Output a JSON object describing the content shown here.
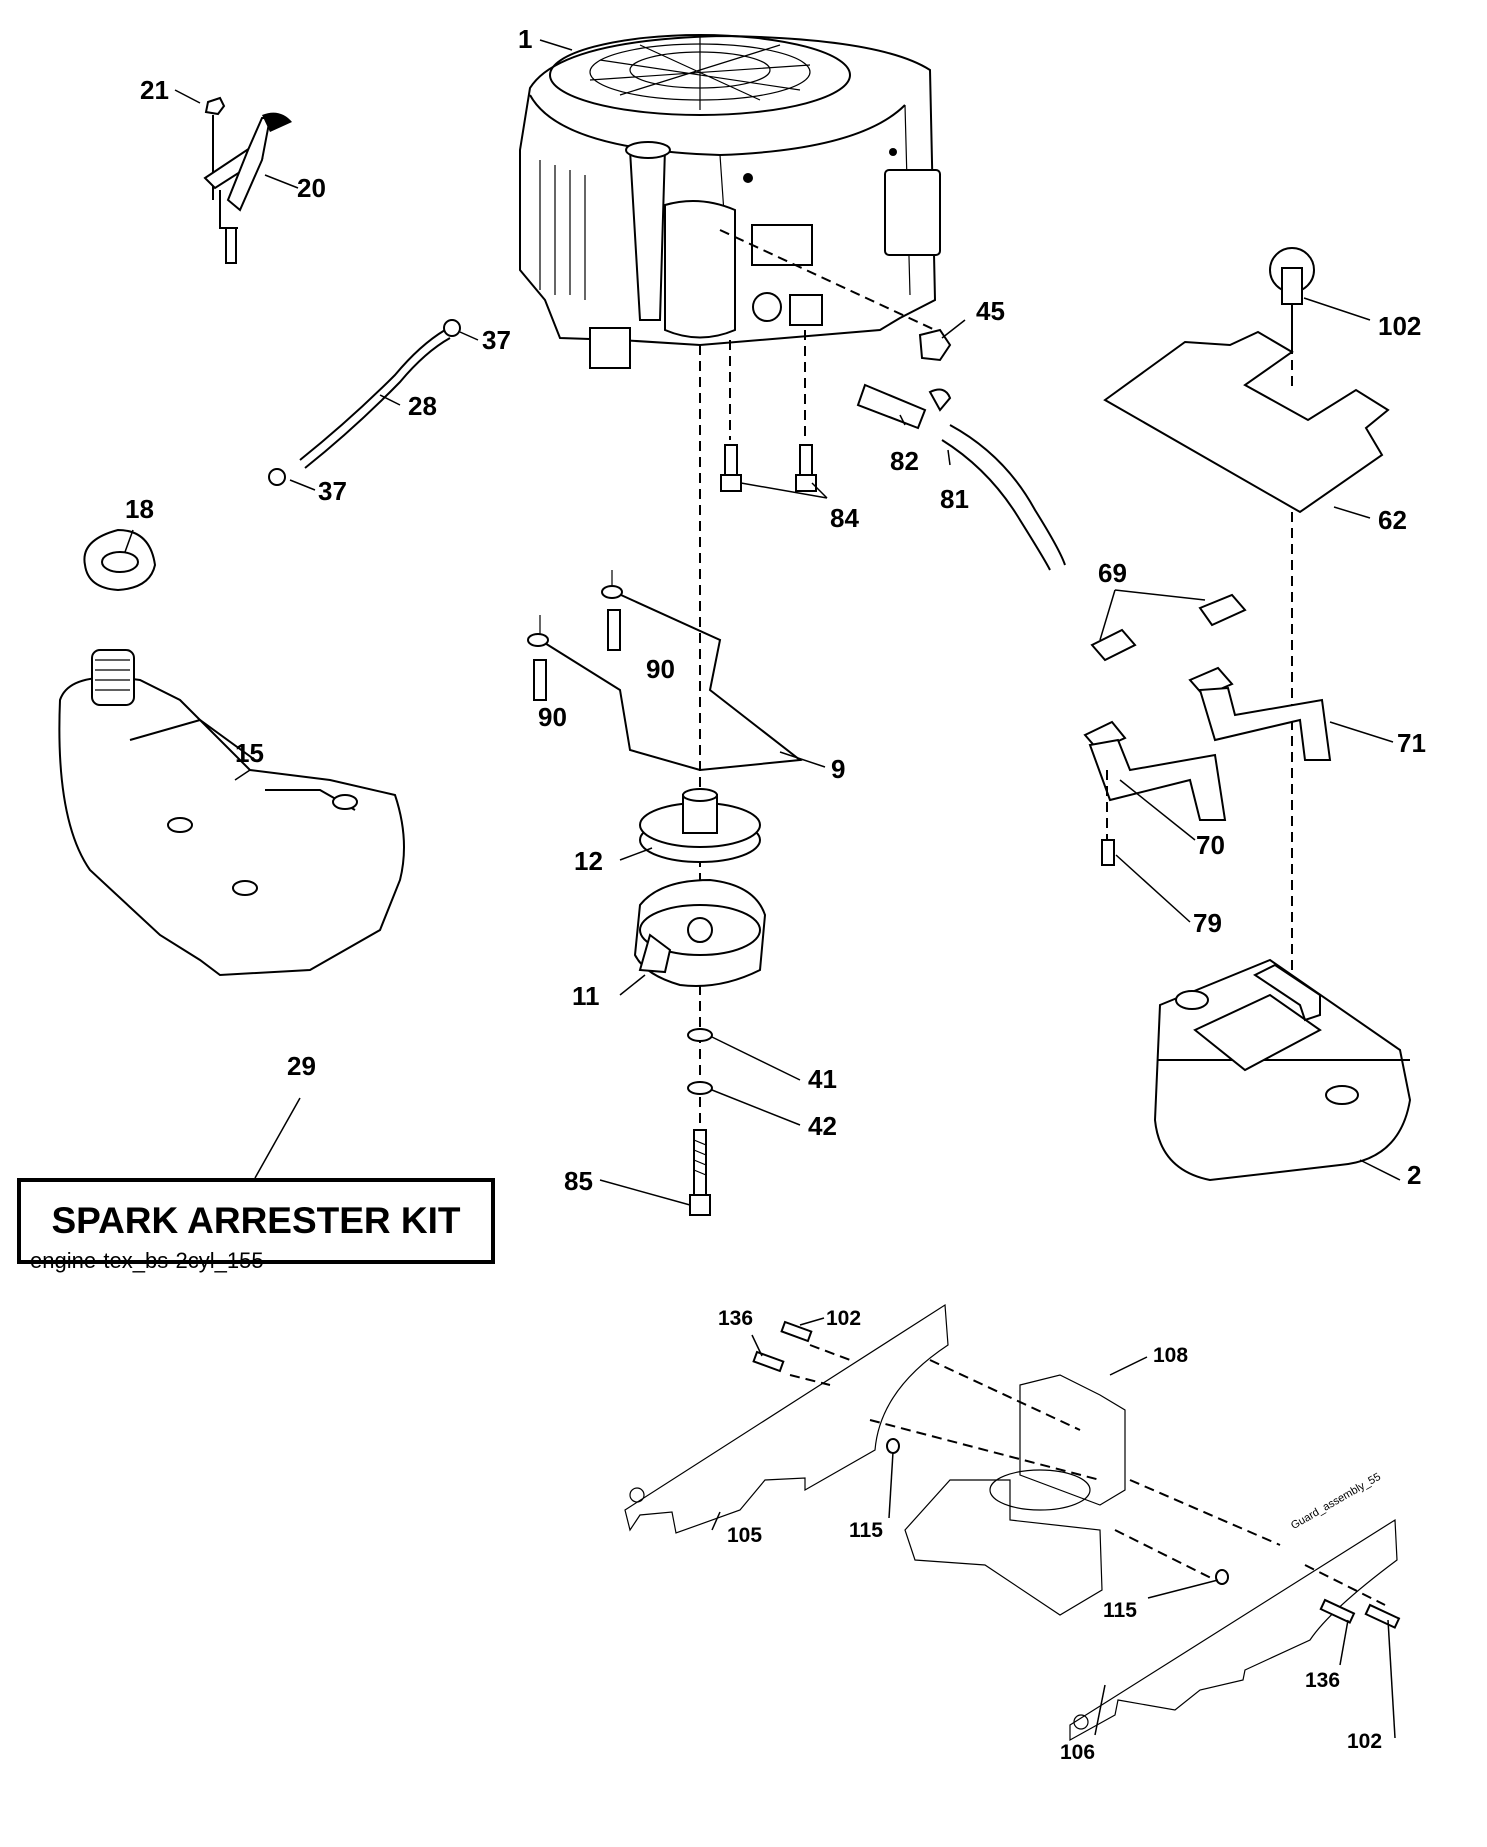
{
  "diagram": {
    "title_box": "SPARK ARRESTER KIT",
    "caption": "engine-tex_bs-2cyl_155",
    "guard_tag": "Guard_assembly_55",
    "callouts": [
      {
        "id": "1",
        "part": "engine"
      },
      {
        "id": "2",
        "part": "muffler"
      },
      {
        "id": "9",
        "part": "exhaust-guard-bracket"
      },
      {
        "id": "11",
        "part": "electric-clutch"
      },
      {
        "id": "12",
        "part": "pulley"
      },
      {
        "id": "15",
        "part": "fuel-tank"
      },
      {
        "id": "18",
        "part": "fuel-cap"
      },
      {
        "id": "20",
        "part": "throttle-control"
      },
      {
        "id": "21",
        "part": "bolt"
      },
      {
        "id": "28",
        "part": "fuel-hose"
      },
      {
        "id": "29",
        "part": "spark-arrester-kit"
      },
      {
        "id": "37",
        "part": "hose-clamp"
      },
      {
        "id": "41",
        "part": "washer"
      },
      {
        "id": "42",
        "part": "lock-washer"
      },
      {
        "id": "45",
        "part": "oil-drain-cap"
      },
      {
        "id": "62",
        "part": "heat-shield"
      },
      {
        "id": "69",
        "part": "gasket"
      },
      {
        "id": "70",
        "part": "exhaust-pipe-left"
      },
      {
        "id": "71",
        "part": "exhaust-pipe-right"
      },
      {
        "id": "79",
        "part": "bolt"
      },
      {
        "id": "81",
        "part": "oil-drain-hose"
      },
      {
        "id": "82",
        "part": "drain-valve"
      },
      {
        "id": "84",
        "part": "engine-bolt"
      },
      {
        "id": "85",
        "part": "clutch-bolt"
      },
      {
        "id": "90",
        "part": "bolt"
      },
      {
        "id": "102",
        "part": "screw"
      },
      {
        "id": "105",
        "part": "guard-left"
      },
      {
        "id": "106",
        "part": "guard-right"
      },
      {
        "id": "108",
        "part": "guard-center"
      },
      {
        "id": "115",
        "part": "nut"
      },
      {
        "id": "136",
        "part": "bolt"
      }
    ]
  }
}
